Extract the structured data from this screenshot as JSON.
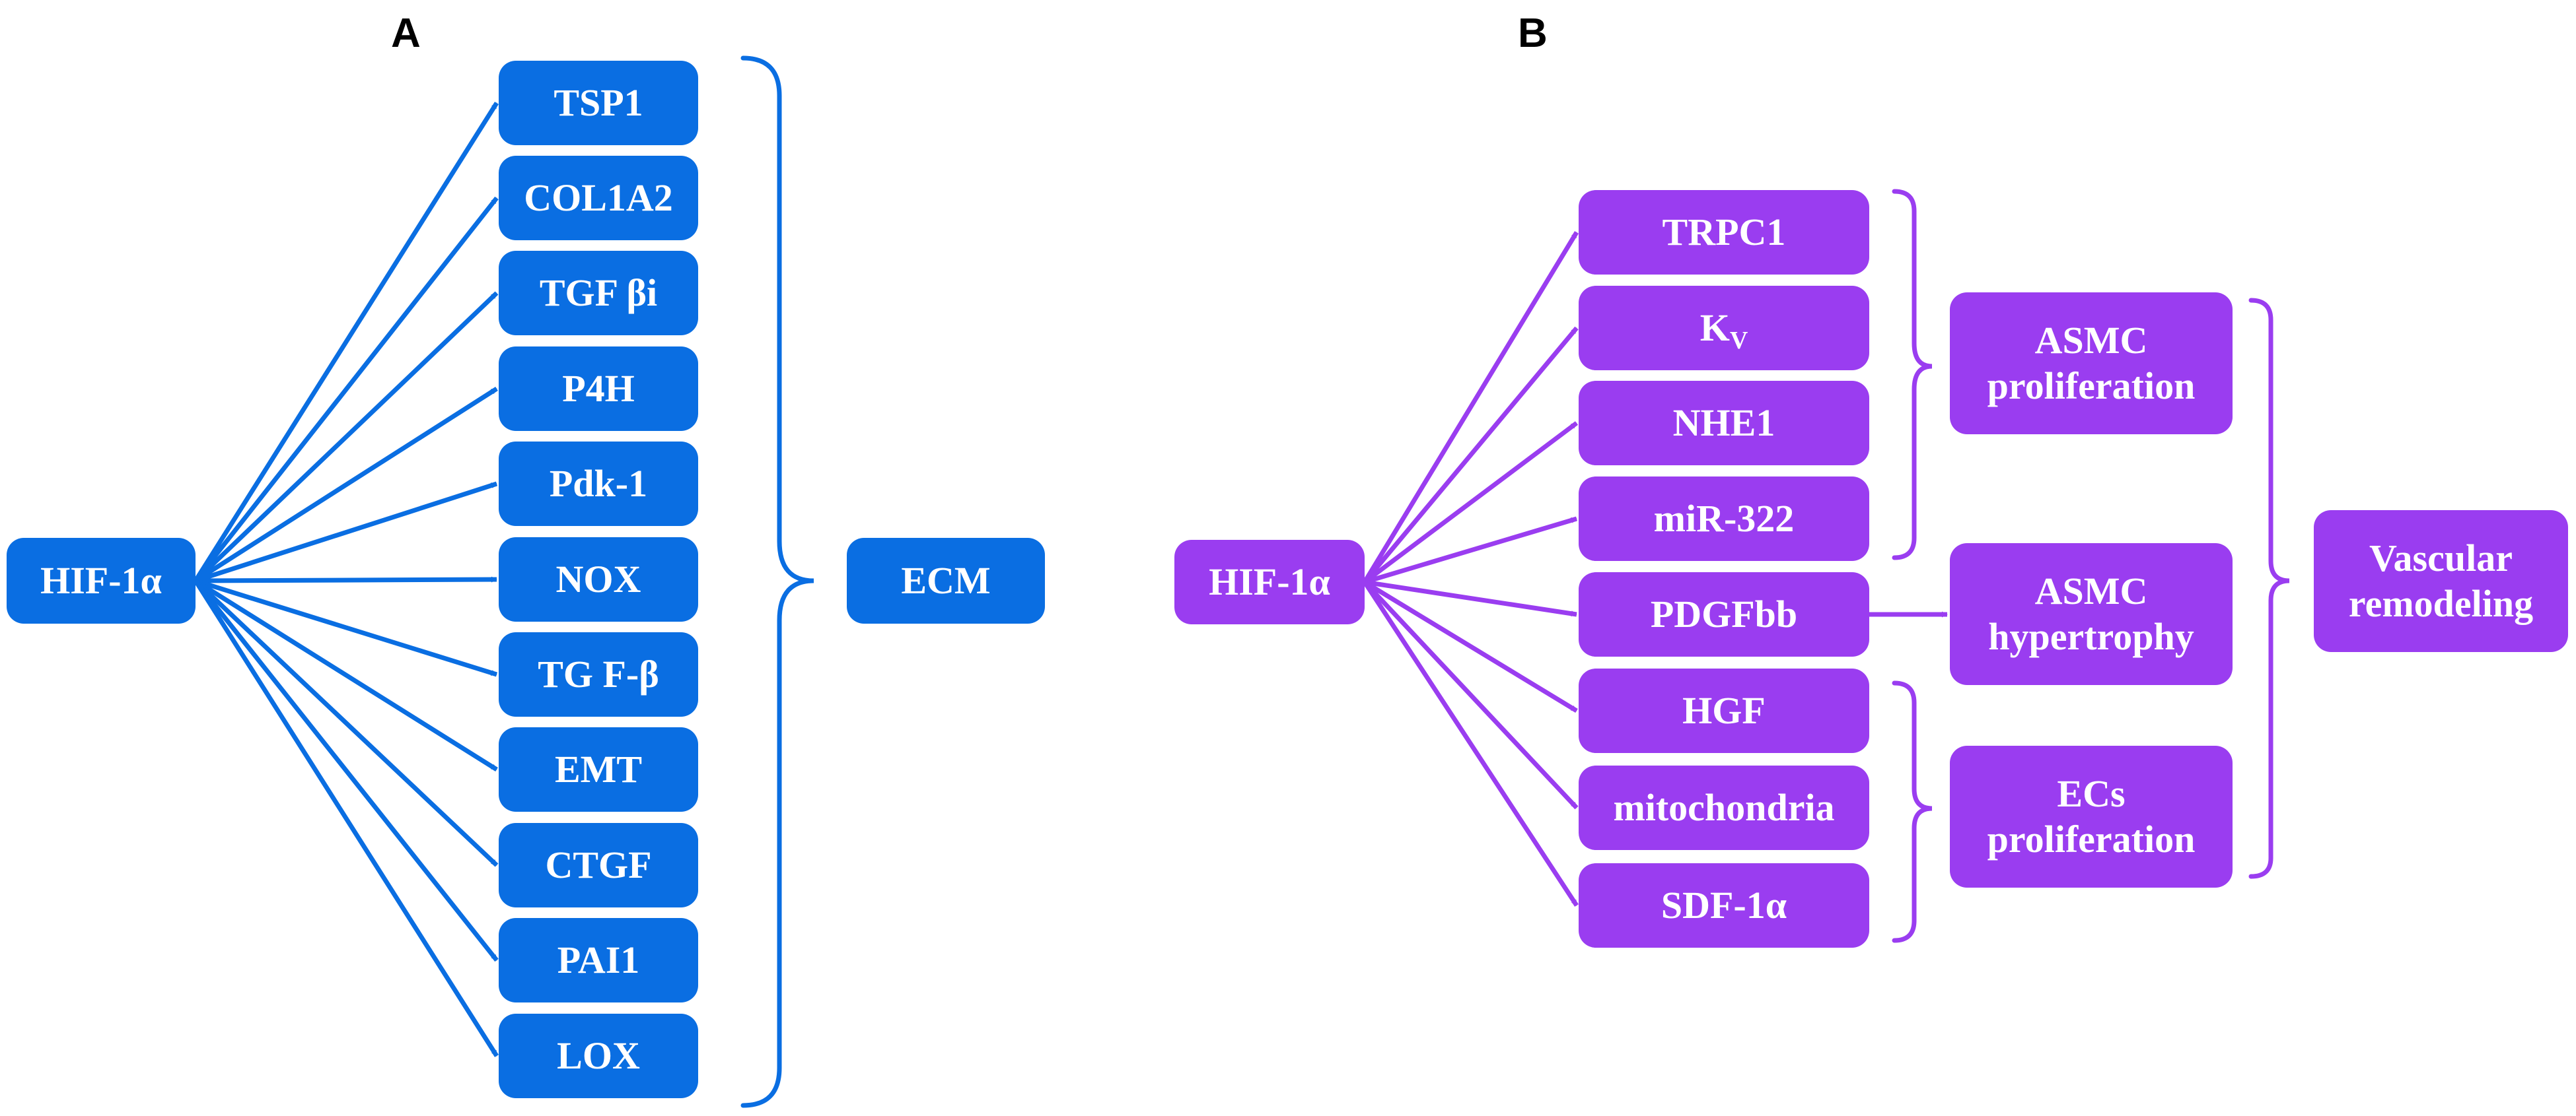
{
  "colors": {
    "blue": "#0a6ee2",
    "purple": "#9a3df0",
    "text": "#ffffff"
  },
  "panel_a": {
    "label": "A",
    "source": "HIF-1α",
    "targets": [
      "TSP1",
      "COL1A2",
      "TGF βi",
      "P4H",
      "Pdk-1",
      "NOX",
      "TG F-β",
      "EMT",
      "CTGF",
      "PAI1",
      "LOX"
    ],
    "outcome": "ECM"
  },
  "panel_b": {
    "label": "B",
    "source": "HIF-1α",
    "targets": {
      "trpc1": "TRPC1",
      "kv_main": "K",
      "kv_sub": "V",
      "nhe1": "NHE1",
      "mir322": "miR-322",
      "pdgfbb": "PDGFbb",
      "hgf": "HGF",
      "mito": "mitochondria",
      "sdf": "SDF-1α"
    },
    "asmc_prolif": {
      "line1": "ASMC",
      "line2": "proliferation"
    },
    "asmc_hyper": {
      "line1": "ASMC",
      "line2": "hypertrophy"
    },
    "ecs_prolif": {
      "line1": "ECs",
      "line2": "proliferation"
    },
    "vascular": {
      "line1": "Vascular",
      "line2": "remodeling"
    }
  }
}
